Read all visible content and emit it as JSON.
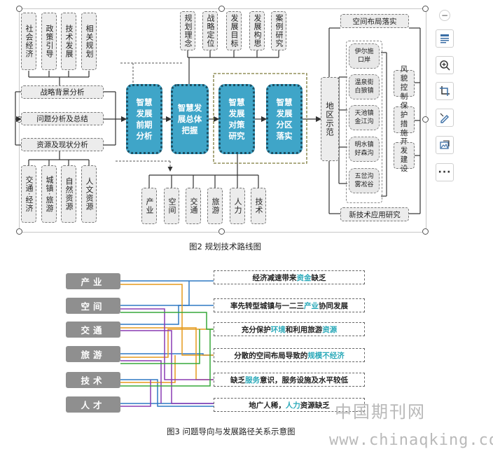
{
  "fig2": {
    "top_left": [
      "社会经济",
      "政策引导",
      "技术发展",
      "相关规划"
    ],
    "side_boxes": [
      "战略背景分析",
      "问题分析及总结",
      "资源及现状分析"
    ],
    "bottom_left": [
      "交通·经济",
      "城镇·旅游",
      "自然资源",
      "人文资源"
    ],
    "core": [
      "智慧发展前期分析",
      "智慧发展总体把握",
      "智慧发展对策研究",
      "智慧发展分区落实"
    ],
    "top_mid": [
      "规划理念",
      "战略定位",
      "发展目标",
      "发展构思",
      "案例研究"
    ],
    "bottom_mid": [
      "产业",
      "空间",
      "交通",
      "旅游",
      "人力",
      "技术"
    ],
    "right_top": "空间布局落实",
    "right_bottom": "新技术应用研究",
    "zone_label": "地区示范",
    "areas": [
      "伊尔施口岸",
      "温泉街白狼镇",
      "天池镇金江沟",
      "明水镇好森沟",
      "五岔沟雾凇谷"
    ],
    "measures": [
      "风貌控制",
      "保护措施",
      "开发建设"
    ],
    "caption": "图2  规划技术路线图"
  },
  "fig3": {
    "tags": [
      "产业",
      "空间",
      "交通",
      "旅游",
      "技术",
      "人才"
    ],
    "issues": [
      {
        "a": "经济减速带来",
        "h": "资金",
        "b": "缺乏",
        "c": ""
      },
      {
        "a": "率先转型城镇与一二三",
        "h": "产业",
        "b": "协同发展",
        "c": ""
      },
      {
        "a": "充分保护",
        "h": "环境",
        "b": "和利用旅游",
        "c": "资源"
      },
      {
        "a": "分散的空间布局导致的",
        "h": "规模不经济",
        "b": "",
        "c": ""
      },
      {
        "a": "缺乏",
        "h": "服务",
        "b": "意识，服务设施及水平较低",
        "c": ""
      },
      {
        "a": "地广人稀，",
        "h": "人力",
        "b": "资源缺乏",
        "c": ""
      }
    ],
    "caption": "图3  问题导向与发展路径关系示意图"
  },
  "watermark": {
    "cn": "中国期刊网",
    "url": "www.chinaqking.com"
  },
  "colors": {
    "core": "#3fa5c8",
    "tag": "#8f8f8f",
    "highlight": "#2aa9b9",
    "blue": "#2f78c4",
    "orange": "#e69a1b",
    "purple": "#8a3bb4",
    "green": "#36a83a"
  },
  "toolbar_icons": [
    "zoom-out-icon",
    "layout-icon",
    "zoom-in-icon",
    "crop-icon",
    "edit-icon",
    "replace-image-icon",
    "more-icon"
  ]
}
